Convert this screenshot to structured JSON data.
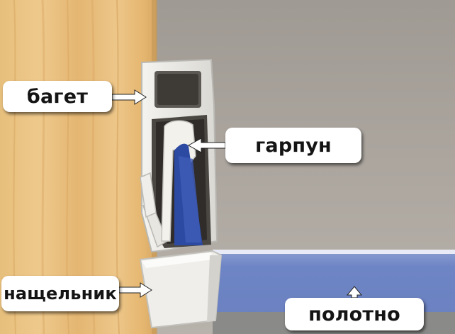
{
  "image": {
    "description_labels": {
      "baget": "багет",
      "garpun": "гарпун",
      "nashchelnik": "нащельник",
      "polotno": "полотно"
    },
    "colors": {
      "wood": "#e3b873",
      "wall": "#a8a29a",
      "profile": "#e9e8e4",
      "canvas_band": "#6f86c6",
      "harpoon_blue": "#2d4aa3",
      "label_bg": "#ffffff",
      "label_text": "#141414"
    }
  }
}
